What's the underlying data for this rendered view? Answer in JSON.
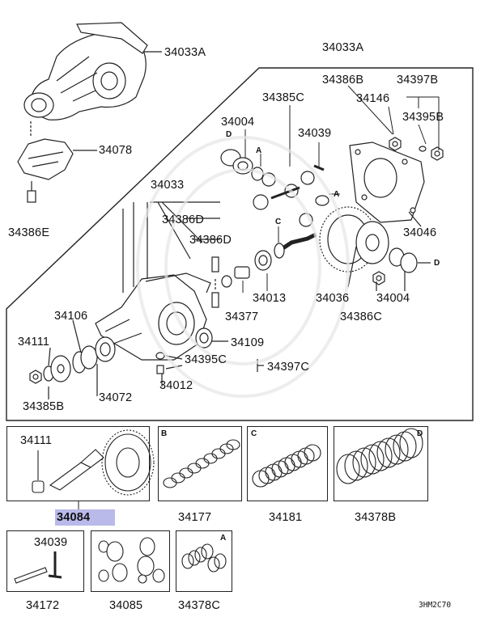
{
  "callouts": {
    "c34033A_top": "34033A",
    "c34033A_box": "34033A",
    "c34386B": "34386B",
    "c34397B": "34397B",
    "c34385C": "34385C",
    "c34146": "34146",
    "c34004_top": "34004",
    "c34039_top": "34039",
    "c34395B": "34395B",
    "c34078": "34078",
    "c34386E": "34386E",
    "c34033": "34033",
    "c34386D_1": "34386D",
    "c34386D_2": "34386D",
    "c34046": "34046",
    "c34013": "34013",
    "c34036": "34036",
    "c34004_bot": "34004",
    "c34377": "34377",
    "c34386C": "34386C",
    "c34106": "34106",
    "c34111_top": "34111",
    "c34109": "34109",
    "c34395C": "34395C",
    "c34397C": "34397C",
    "c34012": "34012",
    "c34072": "34072",
    "c34385B": "34385B"
  },
  "letters": {
    "D_top": "D",
    "A_top": "A",
    "A_mid": "A",
    "C_mid": "C",
    "D_mid": "D"
  },
  "sub_boxes": {
    "pinion_gear": {
      "part_no": "34111",
      "callout": "34084"
    },
    "shim_b": {
      "letter": "B",
      "callout": "34177"
    },
    "shim_c": {
      "letter": "C",
      "callout": "34181"
    },
    "shim_d": {
      "letter": "D",
      "callout": "34378B"
    },
    "pin": {
      "part_no": "34039",
      "callout": "34172"
    },
    "diff_gears": {
      "callout": "34085"
    },
    "shim_a": {
      "letter": "A",
      "callout": "34378C"
    }
  },
  "diagram_code": "3HM2C70",
  "colors": {
    "highlight": "#b9b9ea",
    "line": "#222222"
  }
}
